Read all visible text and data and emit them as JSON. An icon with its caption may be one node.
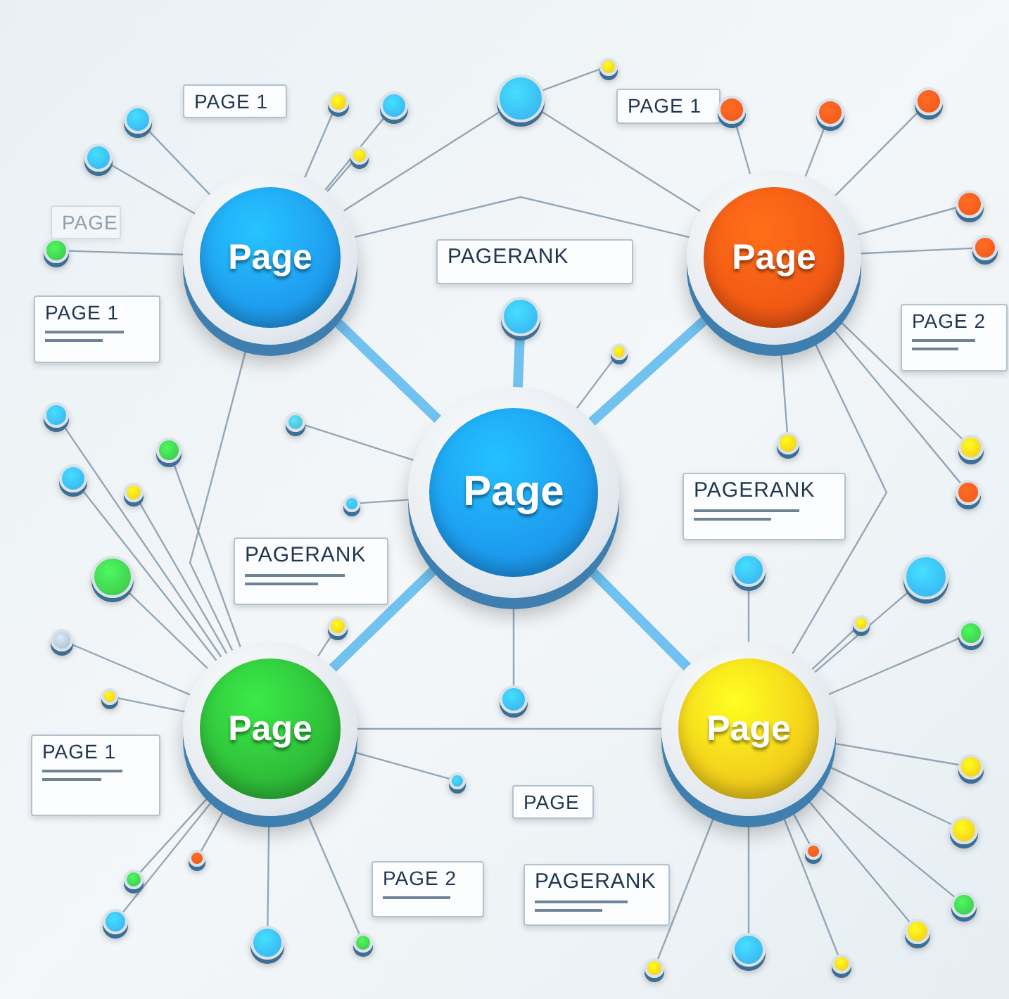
{
  "diagram": {
    "nodes": [
      {
        "text": [
          "Page"
        ]
      },
      {
        "text": [
          "Page"
        ]
      },
      {
        "text": [
          "Page"
        ]
      },
      {
        "text": [
          "Page"
        ]
      },
      {
        "text": [
          "Page"
        ]
      },
      {
        "text": [
          "PAGE 1"
        ]
      },
      {
        "text": [
          "PAGE 1"
        ]
      },
      {
        "text": [
          "PAGE"
        ]
      },
      {
        "text": [
          "PAGERANK"
        ]
      },
      {
        "text": [
          "PAGE 1"
        ]
      },
      {
        "text": [
          "PAGE 2"
        ]
      },
      {
        "text": [
          "PAGERANK"
        ]
      },
      {
        "text": [
          "PAGERANK"
        ]
      },
      {
        "text": [
          "PAGE 1"
        ]
      },
      {
        "text": [
          "PAGE"
        ]
      },
      {
        "text": [
          "PAGE 2"
        ]
      },
      {
        "text": [
          "PAGERANK"
        ]
      },
      {
        "text": [],
        "shape": "circle"
      },
      {
        "text": [],
        "shape": "circle"
      },
      {
        "text": [],
        "shape": "circle"
      },
      {
        "text": [],
        "shape": "circle"
      },
      {
        "text": [],
        "shape": "circle"
      },
      {
        "text": [],
        "shape": "circle"
      },
      {
        "text": [],
        "shape": "circle"
      },
      {
        "text": [],
        "shape": "circle"
      },
      {
        "text": [],
        "shape": "circle"
      },
      {
        "text": [],
        "shape": "circle"
      },
      {
        "text": [],
        "shape": "circle"
      },
      {
        "text": [],
        "shape": "circle"
      },
      {
        "text": [],
        "shape": "circle"
      },
      {
        "text": [],
        "shape": "circle"
      },
      {
        "text": [],
        "shape": "circle"
      },
      {
        "text": [],
        "shape": "circle"
      },
      {
        "text": [],
        "shape": "circle"
      },
      {
        "text": [],
        "shape": "circle"
      },
      {
        "text": [],
        "shape": "circle"
      },
      {
        "text": [],
        "shape": "circle"
      },
      {
        "text": [],
        "shape": "circle"
      },
      {
        "text": [],
        "shape": "circle"
      },
      {
        "text": [],
        "shape": "circle"
      },
      {
        "text": [],
        "shape": "circle"
      },
      {
        "text": [],
        "shape": "circle"
      },
      {
        "text": [],
        "shape": "circle"
      },
      {
        "text": [],
        "shape": "circle"
      },
      {
        "text": [],
        "shape": "circle"
      },
      {
        "text": [],
        "shape": "circle"
      },
      {
        "text": [],
        "shape": "circle"
      },
      {
        "text": [],
        "shape": "circle"
      },
      {
        "text": [],
        "shape": "circle"
      },
      {
        "text": [],
        "shape": "circle"
      },
      {
        "text": [],
        "shape": "circle"
      },
      {
        "text": [],
        "shape": "circle"
      },
      {
        "text": [],
        "shape": "circle"
      },
      {
        "text": [],
        "shape": "circle"
      },
      {
        "text": [],
        "shape": "circle"
      },
      {
        "text": [],
        "shape": "circle"
      },
      {
        "text": [],
        "shape": "circle"
      },
      {
        "text": [],
        "shape": "circle"
      },
      {
        "text": [],
        "shape": "circle"
      },
      {
        "text": [],
        "shape": "circle"
      },
      {
        "text": [],
        "shape": "circle"
      },
      {
        "text": [],
        "shape": "circle"
      },
      {
        "text": [],
        "shape": "circle"
      },
      {
        "text": [],
        "shape": "circle"
      }
    ],
    "edges": [
      {
        "from": 0,
        "to": 1,
        "arrow": "none",
        "style": "thick",
        "color": "#5ab8ee"
      },
      {
        "from": 0,
        "to": 2,
        "arrow": "none",
        "style": "thick",
        "color": "#5ab8ee"
      },
      {
        "from": 0,
        "to": 3,
        "arrow": "none",
        "style": "thick",
        "color": "#5ab8ee"
      },
      {
        "from": 0,
        "to": 4,
        "arrow": "none",
        "style": "thick",
        "color": "#5ab8ee"
      },
      {
        "from": 1,
        "to": 2,
        "arrow": "none"
      },
      {
        "from": 1,
        "to": 3,
        "arrow": "none"
      },
      {
        "from": 2,
        "to": 4,
        "arrow": "none"
      },
      {
        "from": 3,
        "to": 4,
        "arrow": "none"
      },
      {
        "from": 17,
        "to": 18,
        "arrow": "none"
      },
      {
        "from": 18,
        "to": 1,
        "arrow": "none"
      },
      {
        "from": 18,
        "to": 2,
        "arrow": "none"
      },
      {
        "from": 19,
        "to": 1,
        "arrow": "none"
      },
      {
        "from": 20,
        "to": 1,
        "arrow": "none"
      },
      {
        "from": 21,
        "to": 2,
        "arrow": "none"
      },
      {
        "from": 22,
        "to": 2,
        "arrow": "none"
      },
      {
        "from": 23,
        "to": 2,
        "arrow": "none"
      },
      {
        "from": 24,
        "to": 1,
        "arrow": "none"
      },
      {
        "from": 25,
        "to": 1,
        "arrow": "none"
      },
      {
        "from": 26,
        "to": 1,
        "arrow": "none"
      },
      {
        "from": 27,
        "to": 2,
        "arrow": "none"
      },
      {
        "from": 28,
        "to": 2,
        "arrow": "none"
      },
      {
        "from": 29,
        "to": 1,
        "arrow": "none"
      },
      {
        "from": 30,
        "to": 0,
        "arrow": "none",
        "style": "thick",
        "color": "#5ab8ee"
      },
      {
        "from": 31,
        "to": 0,
        "arrow": "none"
      },
      {
        "from": 32,
        "to": 2,
        "arrow": "none"
      },
      {
        "from": 33,
        "to": 3,
        "arrow": "none"
      },
      {
        "from": 34,
        "to": 0,
        "arrow": "none"
      },
      {
        "from": 35,
        "to": 2,
        "arrow": "none"
      },
      {
        "from": 36,
        "to": 2,
        "arrow": "none"
      },
      {
        "from": 37,
        "to": 3,
        "arrow": "none"
      },
      {
        "from": 38,
        "to": 3,
        "arrow": "none"
      },
      {
        "from": 39,
        "to": 3,
        "arrow": "none"
      },
      {
        "from": 40,
        "to": 0,
        "arrow": "none"
      },
      {
        "from": 41,
        "to": 4,
        "arrow": "none"
      },
      {
        "from": 42,
        "to": 4,
        "arrow": "none"
      },
      {
        "from": 43,
        "to": 3,
        "arrow": "none"
      },
      {
        "from": 44,
        "to": 3,
        "arrow": "none"
      },
      {
        "from": 45,
        "to": 4,
        "arrow": "none"
      },
      {
        "from": 46,
        "to": 3,
        "arrow": "none"
      },
      {
        "from": 47,
        "to": 4,
        "arrow": "none"
      },
      {
        "from": 48,
        "to": 3,
        "arrow": "none"
      },
      {
        "from": 49,
        "to": 0,
        "arrow": "none"
      },
      {
        "from": 50,
        "to": 4,
        "arrow": "none"
      },
      {
        "from": 51,
        "to": 3,
        "arrow": "none"
      },
      {
        "from": 52,
        "to": 4,
        "arrow": "none"
      },
      {
        "from": 53,
        "to": 3,
        "arrow": "none"
      },
      {
        "from": 54,
        "to": 4,
        "arrow": "none"
      },
      {
        "from": 55,
        "to": 3,
        "arrow": "none"
      },
      {
        "from": 56,
        "to": 4,
        "arrow": "none"
      },
      {
        "from": 57,
        "to": 3,
        "arrow": "none"
      },
      {
        "from": 58,
        "to": 3,
        "arrow": "none"
      },
      {
        "from": 59,
        "to": 4,
        "arrow": "none"
      },
      {
        "from": 60,
        "to": 3,
        "arrow": "none"
      },
      {
        "from": 61,
        "to": 4,
        "arrow": "none"
      },
      {
        "from": 62,
        "to": 4,
        "arrow": "none"
      },
      {
        "from": 63,
        "to": 4,
        "arrow": "none"
      }
    ]
  }
}
